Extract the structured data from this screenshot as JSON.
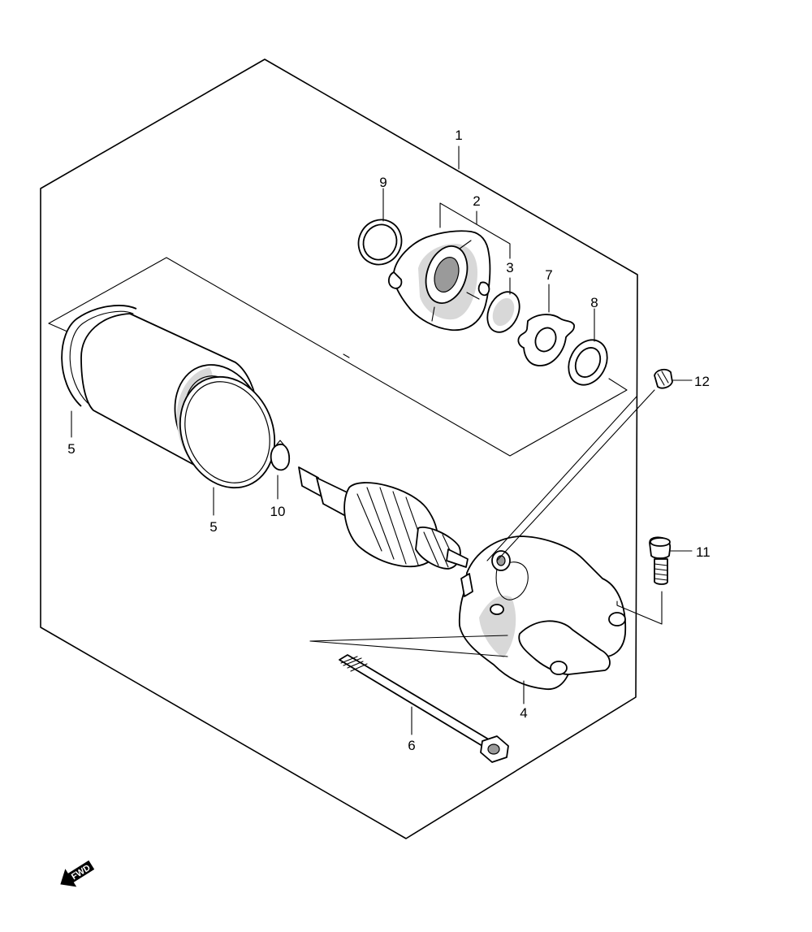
{
  "diagram": {
    "callouts": [
      {
        "id": "1",
        "text": "1"
      },
      {
        "id": "2",
        "text": "2"
      },
      {
        "id": "3",
        "text": "3"
      },
      {
        "id": "4",
        "text": "4"
      },
      {
        "id": "5a",
        "text": "5"
      },
      {
        "id": "5b",
        "text": "5"
      },
      {
        "id": "6",
        "text": "6"
      },
      {
        "id": "7",
        "text": "7"
      },
      {
        "id": "8",
        "text": "8"
      },
      {
        "id": "9",
        "text": "9"
      },
      {
        "id": "10",
        "text": "10"
      },
      {
        "id": "11",
        "text": "11"
      },
      {
        "id": "12",
        "text": "12"
      }
    ],
    "direction_badge": {
      "text": "FWD",
      "icon": "forward-arrow-icon"
    },
    "colors": {
      "line": "#000000",
      "background": "#ffffff",
      "shade": "#d8d8d8"
    }
  }
}
